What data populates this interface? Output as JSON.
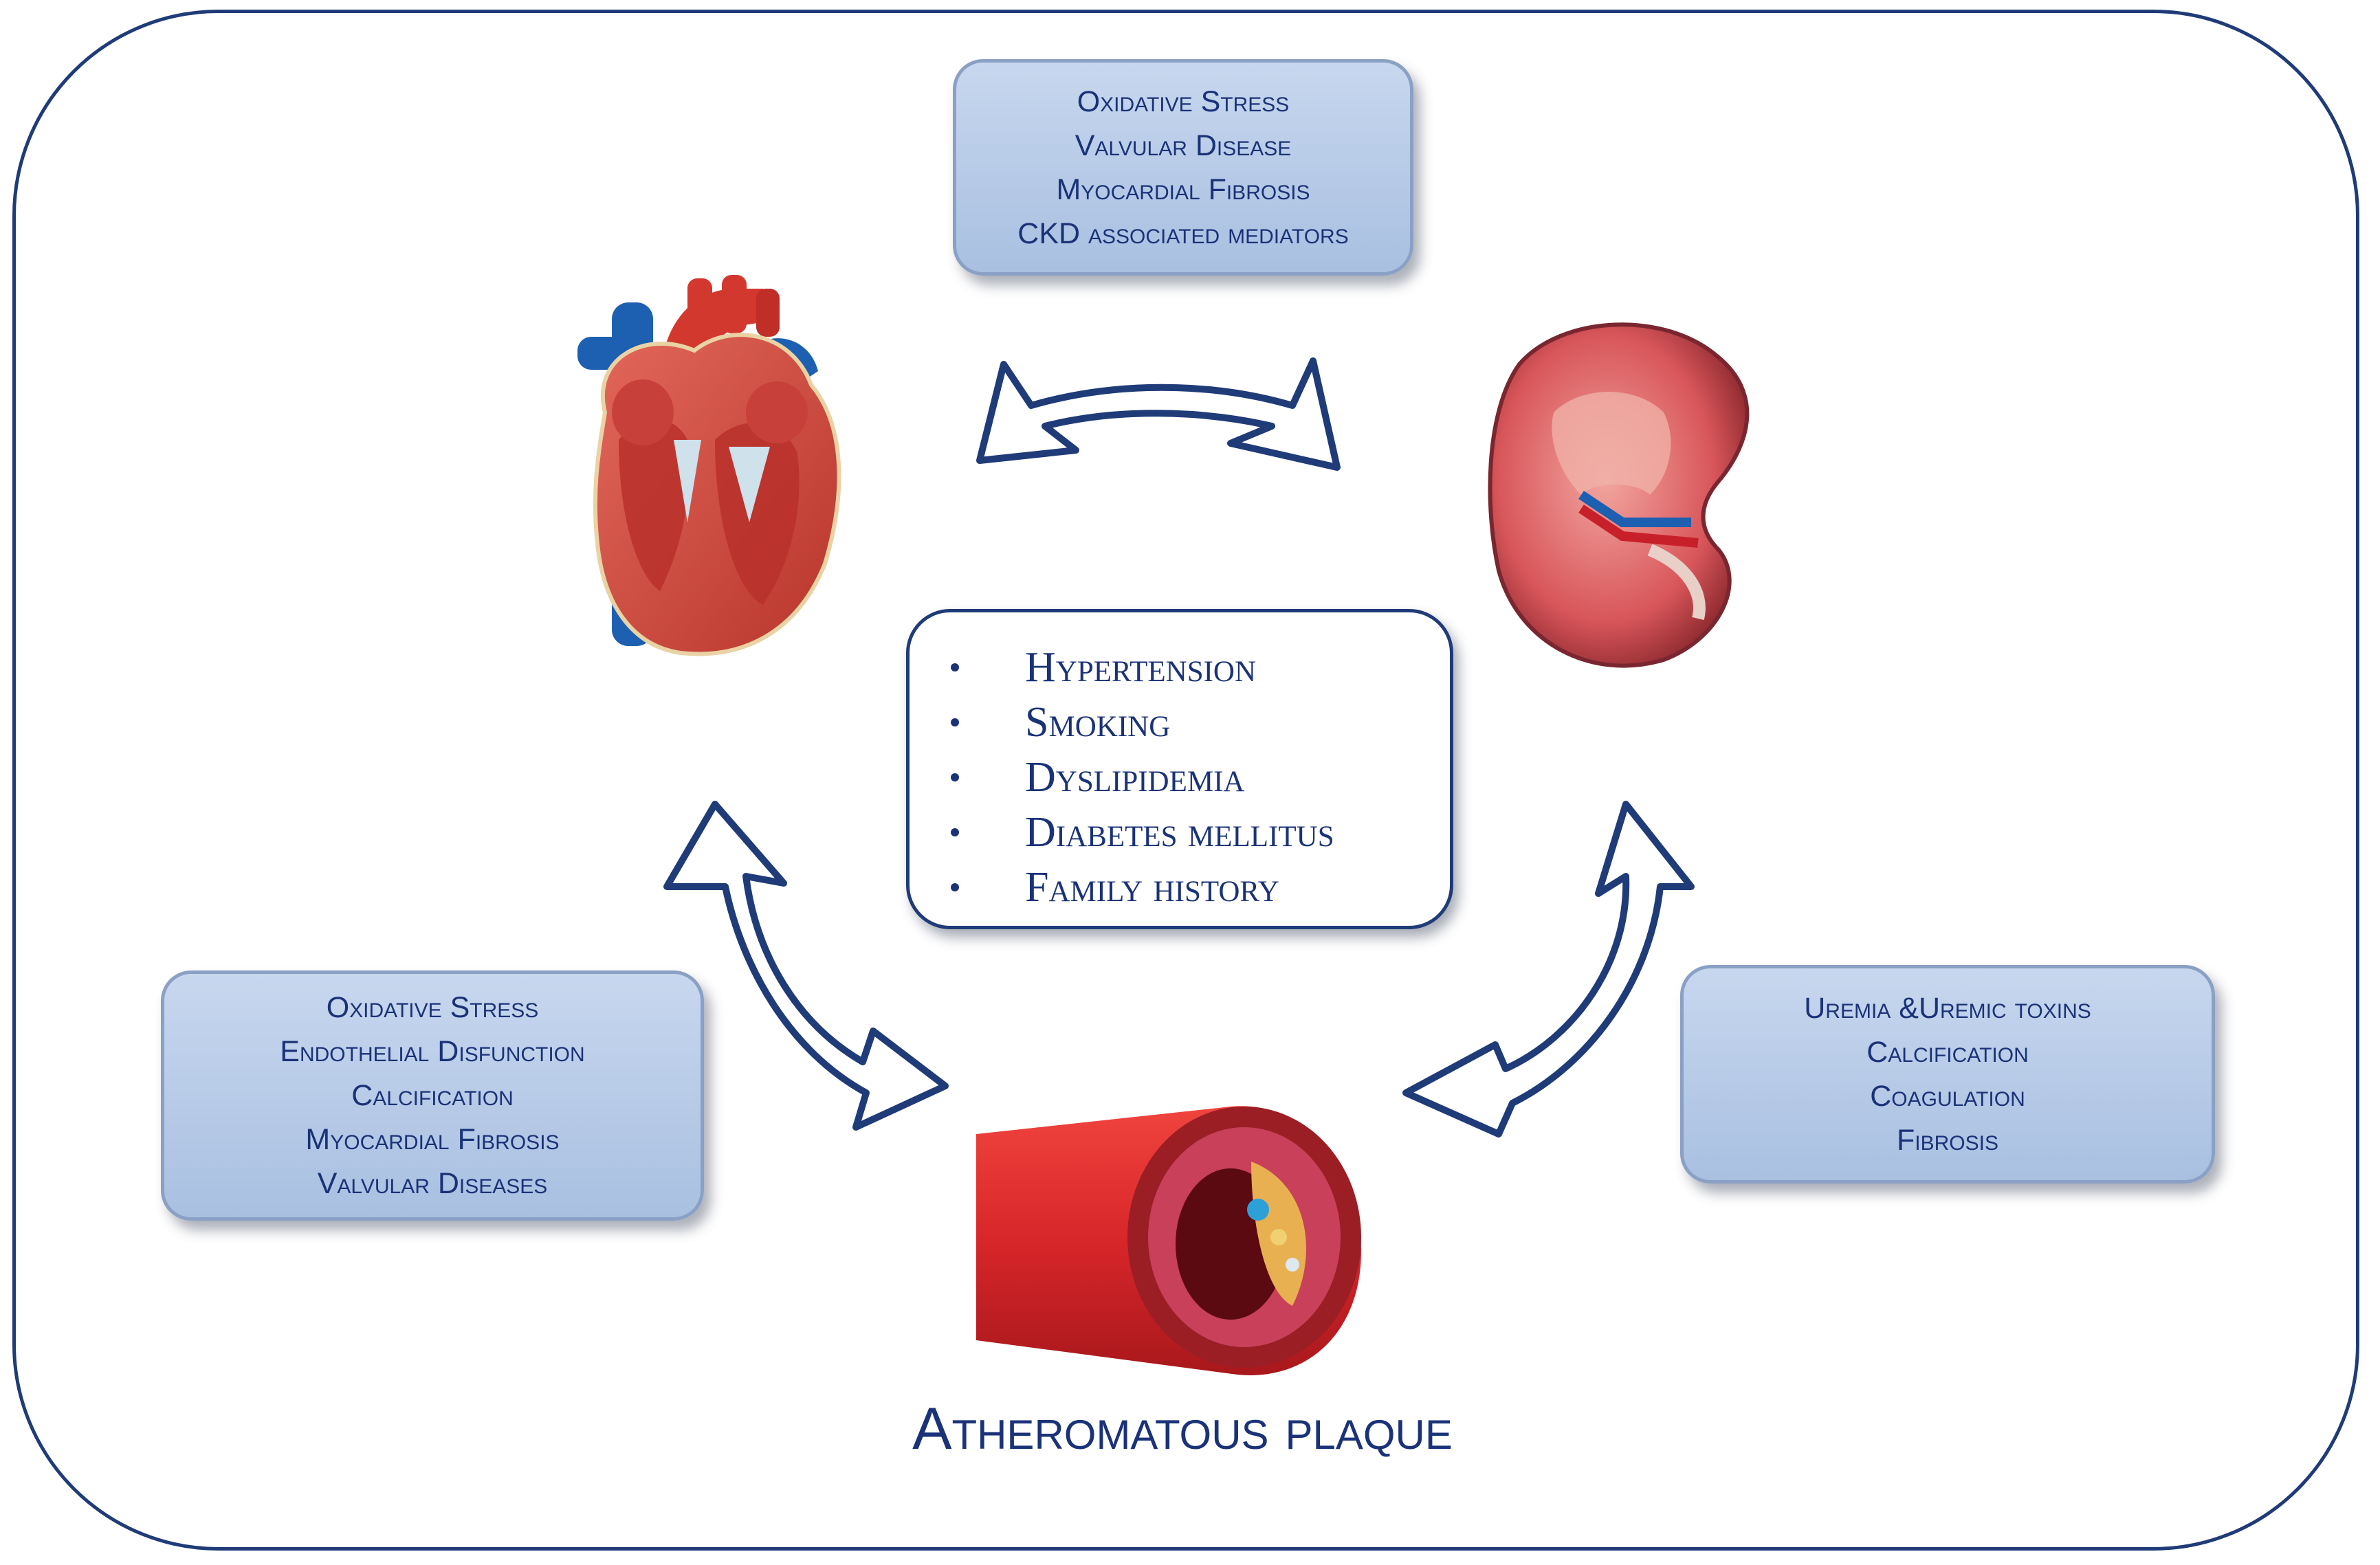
{
  "boxes": {
    "top": [
      "Oxidative Stress",
      "Valvular Disease",
      "Myocardial Fibrosis",
      "CKD associated mediators"
    ],
    "left": [
      "Oxidative Stress",
      "Endothelial Disfunction",
      "Calcification",
      "Myocardial Fibrosis",
      "Valvular Diseases"
    ],
    "right": [
      "Uremia &Uremic toxins",
      "Calcification",
      "Coagulation",
      "Fibrosis"
    ]
  },
  "risk_factors": [
    "Hypertension",
    "Smoking",
    "Dyslipidemia",
    "Diabetes mellitus",
    "Family history"
  ],
  "caption": "Atheromatous plaque",
  "colors": {
    "frame": "#1f3b78",
    "text": "#1a3278",
    "box_fill": "#b9cbe6",
    "box_border": "#8aa0c4",
    "arrow": "#1f3b78",
    "artery_red": "#d8262a",
    "organ_red": "#c8443a",
    "vein_blue": "#1d5fb0"
  },
  "icons": [
    "heart-illustration",
    "kidney-illustration",
    "artery-cross-section-illustration",
    "double-arrow-icon"
  ]
}
